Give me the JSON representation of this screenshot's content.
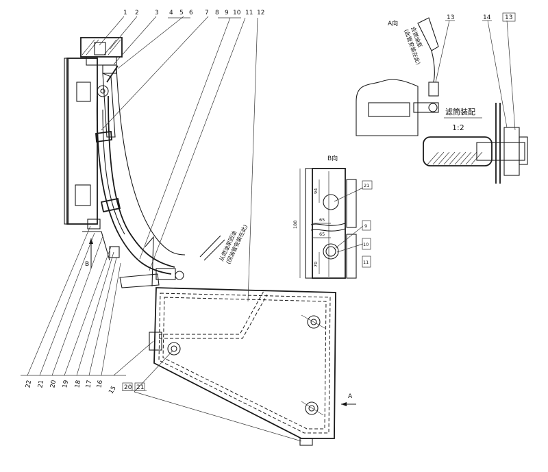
{
  "callouts": {
    "top": [
      "1",
      "2",
      "3",
      "4",
      "5",
      "6",
      "7",
      "8",
      "9",
      "10",
      "11",
      "12"
    ],
    "bottom_left": [
      "22",
      "21",
      "20",
      "19",
      "18",
      "17",
      "16",
      "15"
    ],
    "bottom": [
      "20",
      "21"
    ],
    "view_a": [
      "13",
      "14",
      "13"
    ]
  },
  "views": {
    "view_a_title": "A向",
    "view_b_title": "B向",
    "direction_a": "A",
    "direction_b": "B",
    "filter_assembly": "滤筒装配",
    "scale": "1:2"
  },
  "notes": {
    "main_pipe": "从燃油泵回油\n(回油管安装在此)",
    "view_a_note": "去燃油泵\n(此管安装在此)"
  },
  "dimensions": {
    "d94": "94",
    "d65_top": "65",
    "d65_bottom": "65",
    "d70": "70",
    "d188": "188"
  },
  "boxed_labels": {
    "b21": "21",
    "b9": "9",
    "b10": "10",
    "b11": "11"
  }
}
